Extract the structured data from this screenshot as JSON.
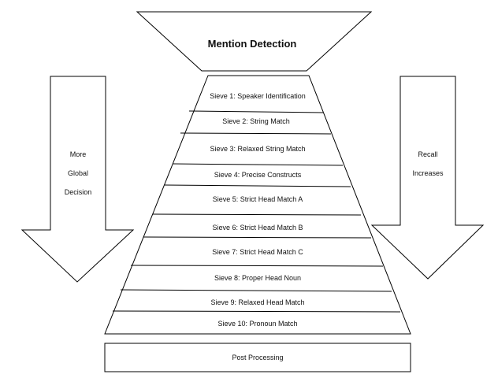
{
  "funnel": {
    "title": "Mention Detection"
  },
  "sieves": [
    "Sieve 1: Speaker Identification",
    "Sieve 2: String Match",
    "Sieve 3: Relaxed String Match",
    "Sieve 4: Precise Constructs",
    "Sieve 5: Strict Head Match A",
    "Sieve 6: Strict Head Match B",
    "Sieve 7: Strict Head Match C",
    "Sieve 8: Proper Head Noun",
    "Sieve 9: Relaxed Head Match",
    "Sieve 10: Pronoun Match"
  ],
  "post": {
    "label": "Post Processing"
  },
  "left_arrow": {
    "lines": [
      "More",
      "Global",
      "Decision"
    ]
  },
  "right_arrow": {
    "lines": [
      "Recall",
      "Increases"
    ]
  }
}
